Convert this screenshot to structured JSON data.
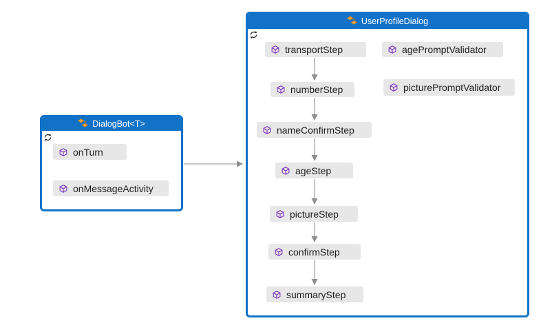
{
  "diagram": {
    "type": "code-map-dependency-graph",
    "colors": {
      "node_border_blue": "#1272c8",
      "header_text": "#ffffff",
      "member_bg": "#e7e7e7",
      "member_text": "#1e1e1e",
      "arrow_gray": "#a3a3a3",
      "method_icon_purple": "#7b2fbf",
      "class_icon_orange": "#efa335",
      "refresh_icon_dark": "#3a3a3a"
    },
    "icons": {
      "class_icon": "class-icon",
      "method_icon": "method-icon",
      "refresh_icon": "refresh-fetch-children-icon"
    },
    "nodes": {
      "dialogbot": {
        "title": "DialogBot<T>",
        "members": [
          {
            "label": "onTurn"
          },
          {
            "label": "onMessageActivity"
          }
        ]
      },
      "userprofile": {
        "title": "UserProfileDialog",
        "steps": [
          {
            "label": "transportStep"
          },
          {
            "label": "numberStep"
          },
          {
            "label": "nameConfirmStep"
          },
          {
            "label": "ageStep"
          },
          {
            "label": "pictureStep"
          },
          {
            "label": "confirmStep"
          },
          {
            "label": "summaryStep"
          }
        ],
        "validators": [
          {
            "label": "agePromptValidator"
          },
          {
            "label": "picturePromptValidator"
          }
        ]
      }
    },
    "links": [
      {
        "from": "DialogBot<T>",
        "to": "UserProfileDialog"
      },
      {
        "from": "transportStep",
        "to": "numberStep"
      },
      {
        "from": "numberStep",
        "to": "nameConfirmStep"
      },
      {
        "from": "nameConfirmStep",
        "to": "ageStep"
      },
      {
        "from": "ageStep",
        "to": "pictureStep"
      },
      {
        "from": "pictureStep",
        "to": "confirmStep"
      },
      {
        "from": "confirmStep",
        "to": "summaryStep"
      }
    ]
  }
}
